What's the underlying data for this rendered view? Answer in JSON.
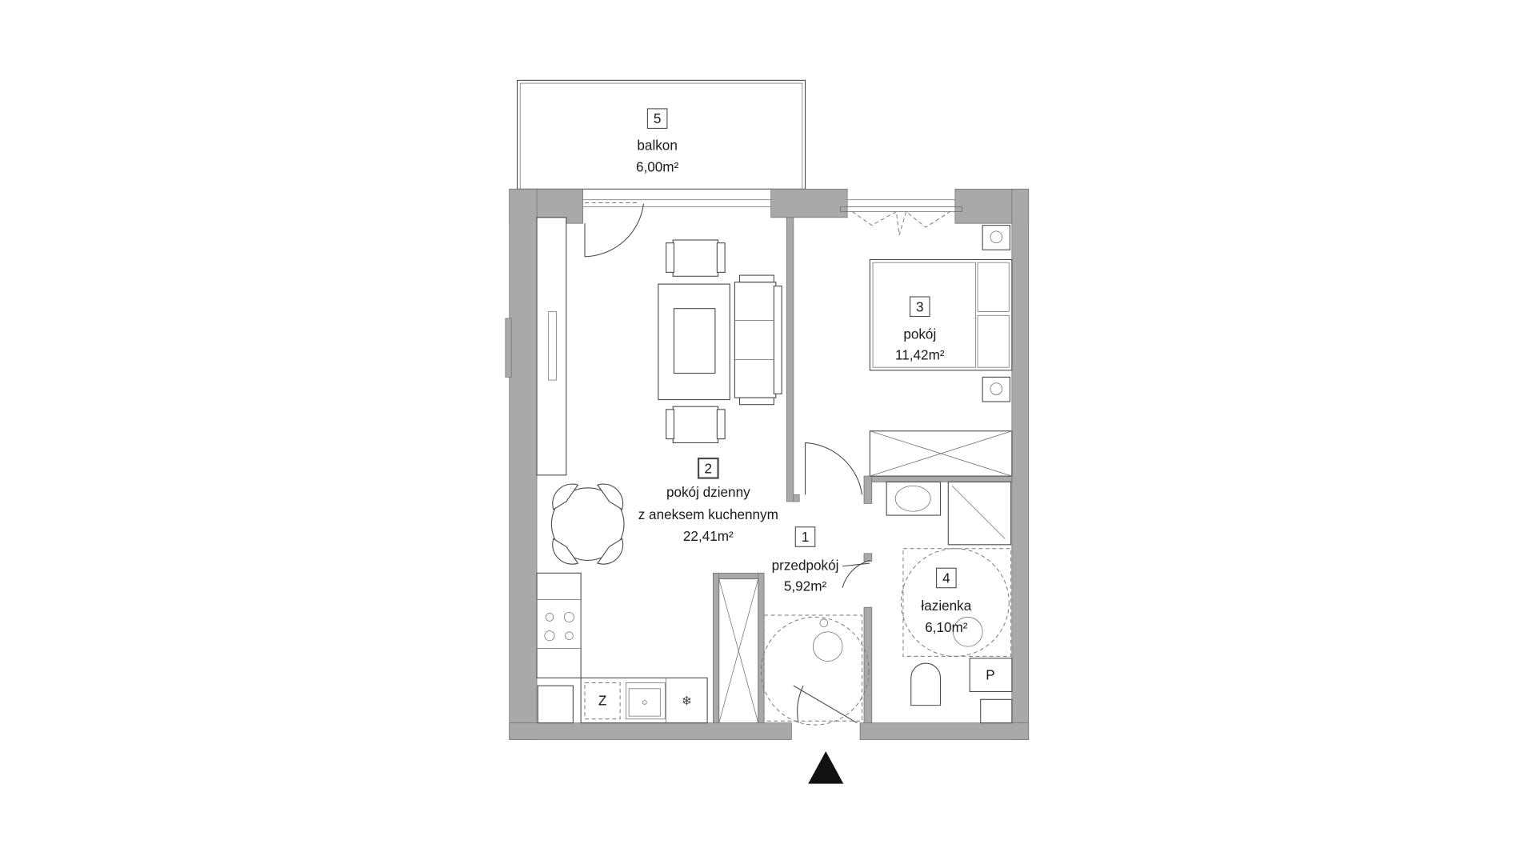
{
  "rooms": [
    {
      "number": "1",
      "name": "przedpokój",
      "area": "5,92m²"
    },
    {
      "number": "2",
      "name_line1": "pokój dzienny",
      "name_line2": "z aneksem kuchennym",
      "area": "22,41m²"
    },
    {
      "number": "3",
      "name": "pokój",
      "area": "11,42m²"
    },
    {
      "number": "4",
      "name": "łazienka",
      "area": "6,10m²"
    },
    {
      "number": "5",
      "name": "balkon",
      "area": "6,00m²"
    }
  ],
  "fixtures": {
    "storage_label": "Z",
    "boiler_label": "P"
  },
  "entrance_icon": "entrance-arrow-icon",
  "colors": {
    "wall": "#a9a9a9",
    "line": "#4a4a4a"
  }
}
